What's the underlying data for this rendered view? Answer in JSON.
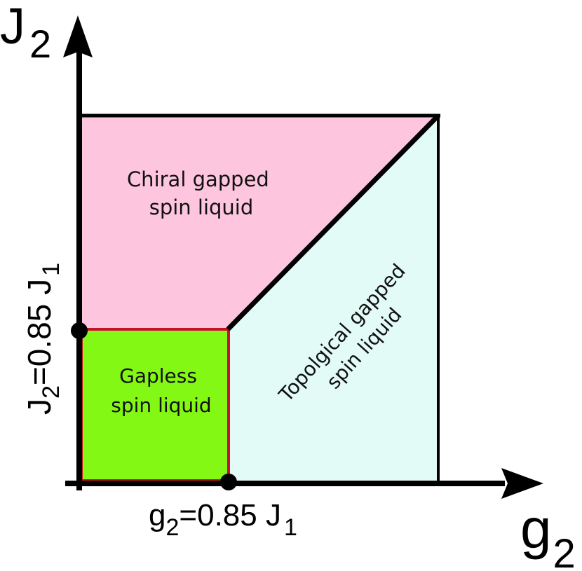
{
  "diagram": {
    "type": "phase-diagram",
    "axes": {
      "x": {
        "symbol": "g",
        "subscript": "2"
      },
      "y": {
        "symbol": "J",
        "subscript": "2"
      }
    },
    "markers": {
      "y_tick": {
        "lhs": "J",
        "lhs_sub": "2",
        "eq": "=0.85 J",
        "rhs_sub": "1"
      },
      "x_tick": {
        "lhs": "g",
        "lhs_sub": "2",
        "eq": "=0.85 J",
        "rhs_sub": "1"
      }
    },
    "regions": [
      {
        "id": "chiral",
        "line1": "Chiral gapped",
        "line2": "spin liquid",
        "color": "#FDC6DE"
      },
      {
        "id": "gapless",
        "line1": "Gapless",
        "line2": "spin liquid",
        "color": "#84F815",
        "border": "#C8102E"
      },
      {
        "id": "topological",
        "line1": "Topolgical gapped",
        "line2": "spin liquid",
        "color": "#E3FBF6"
      }
    ],
    "colors": {
      "axis": "#000000",
      "boundary": "#000000"
    }
  }
}
